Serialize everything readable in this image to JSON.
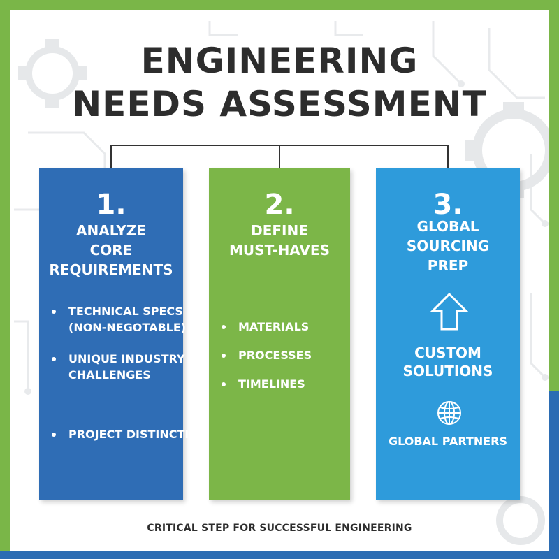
{
  "title": {
    "line1": "ENGINEERING",
    "line2": "NEEDS ASSESSMENT"
  },
  "columns": [
    {
      "number": "1.",
      "heading": [
        "ANALYZE",
        "CORE REQUIREMENTS"
      ],
      "bullets": [
        [
          "TECHNICAL SPECS",
          "(NON-NEGOTABLE)"
        ],
        [
          "UNIQUE INDUSTRY",
          "CHALLENGES"
        ],
        [
          "PROJECT DISTINCTIONS"
        ]
      ],
      "color": "#2f6db5"
    },
    {
      "number": "2.",
      "heading": [
        "DEFINE",
        "MUST-HAVES"
      ],
      "bullets": [
        [
          "MATERIALS"
        ],
        [
          "PROCESSES"
        ],
        [
          "TIMELINES"
        ]
      ],
      "color": "#7cb648"
    },
    {
      "number": "3.",
      "heading": [
        "GLOBAL",
        "SOURCING",
        "PREP"
      ],
      "custom": [
        "CUSTOM",
        "SOLUTIONS"
      ],
      "partners": "GLOBAL PARTNERS",
      "icons": [
        "up-arrow-icon",
        "globe-icon"
      ],
      "color": "#2e9bdb"
    }
  ],
  "footer": "CRITICAL STEP FOR SUCCESSFUL ENGINEERING",
  "colors": {
    "frame_green": "#7ab648",
    "frame_blue": "#2b6cb3",
    "title_text": "#2d2d2d"
  }
}
